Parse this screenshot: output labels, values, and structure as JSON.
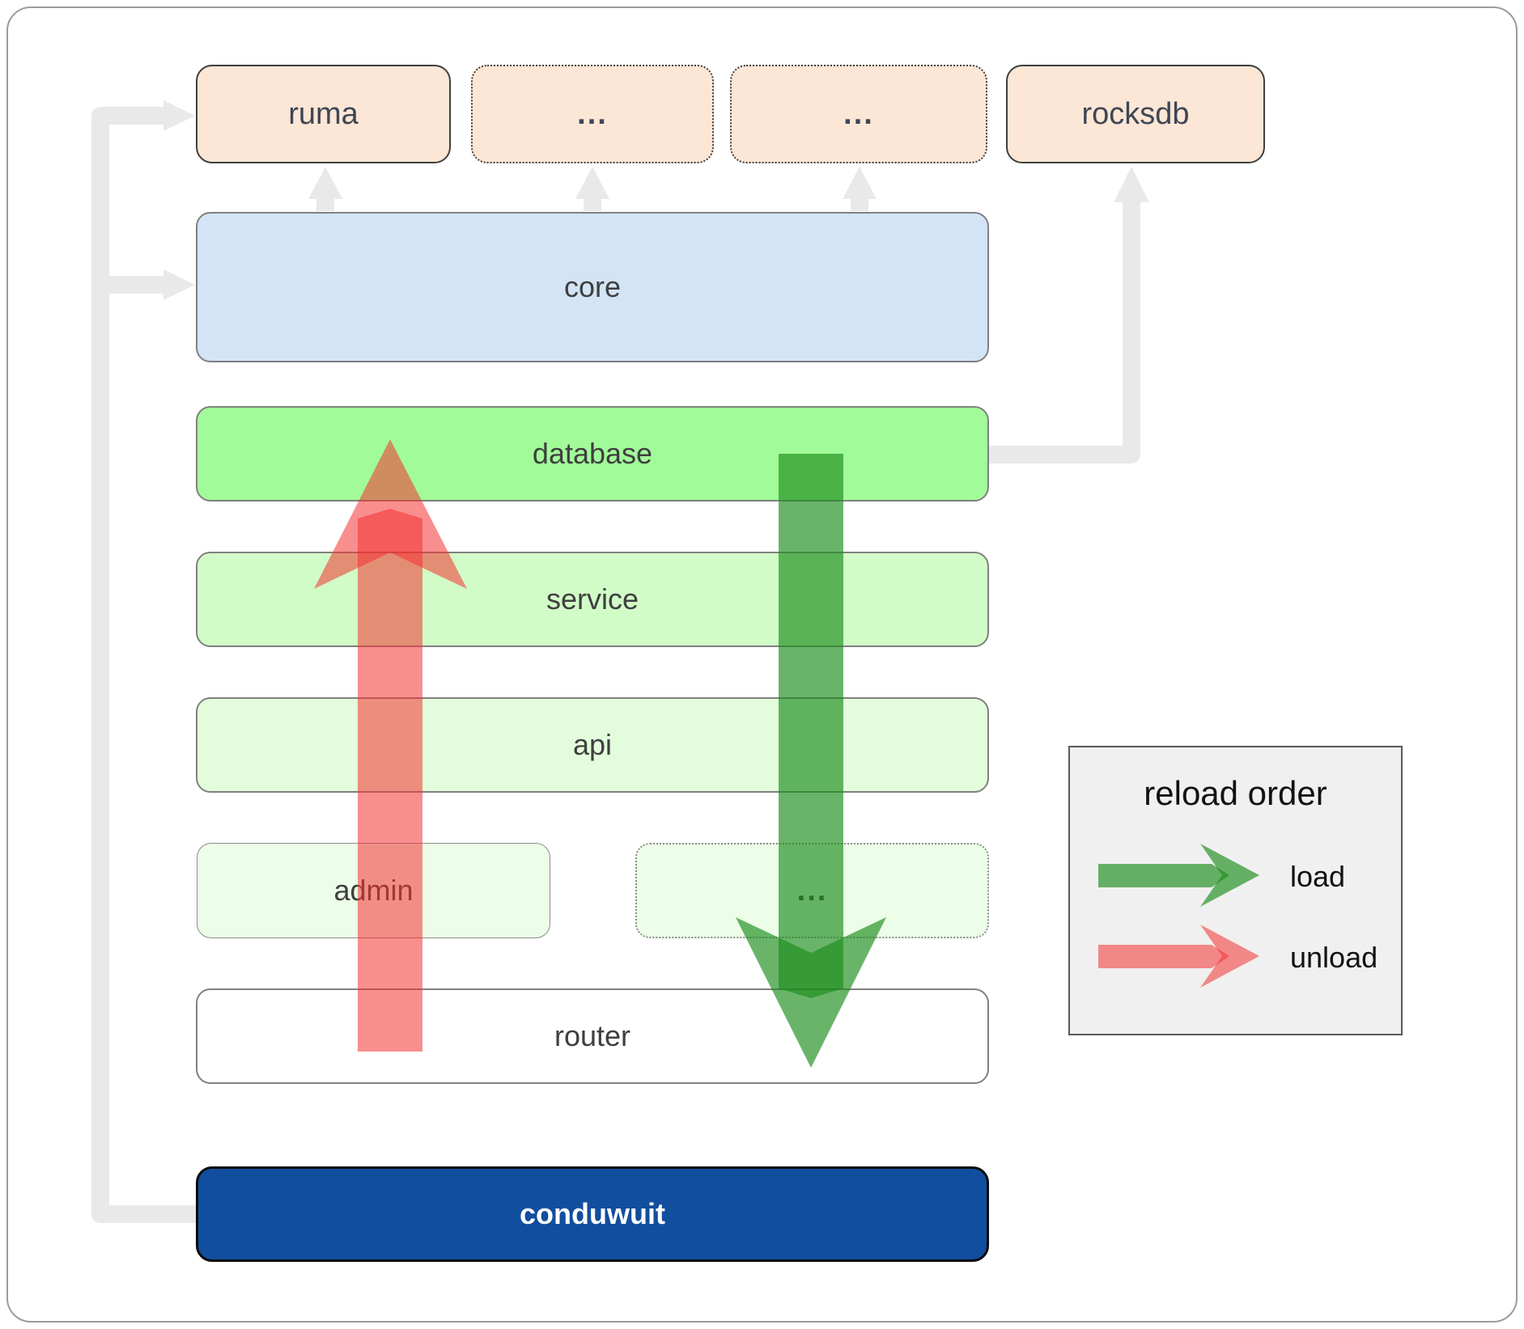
{
  "boxes": {
    "ruma": {
      "label": "ruma"
    },
    "ellipsis1": {
      "label": "..."
    },
    "ellipsis2": {
      "label": "..."
    },
    "rocksdb": {
      "label": "rocksdb"
    },
    "core": {
      "label": "core"
    },
    "database": {
      "label": "database"
    },
    "service": {
      "label": "service"
    },
    "api": {
      "label": "api"
    },
    "admin": {
      "label": "admin"
    },
    "ellipsis3": {
      "label": "..."
    },
    "router": {
      "label": "router"
    },
    "conduwuit": {
      "label": "conduwuit"
    }
  },
  "legend": {
    "title": "reload order",
    "load_label": "load",
    "unload_label": "unload"
  },
  "colors": {
    "connector_gray": "#E9E9E9",
    "load_green": "#1A8C1A",
    "unload_red": "#F43232",
    "peach": "#FCE6D6",
    "core_blue": "#D3E4F7",
    "database_green": "#A2FB99",
    "service_green": "#D1FCC7",
    "api_green": "#E3FDDC",
    "admin_green": "#ECFDE8",
    "conduwuit_blue": "#124E9E",
    "label_dark": "#3F3F3F",
    "legend_bg": "#F0F0F0"
  }
}
